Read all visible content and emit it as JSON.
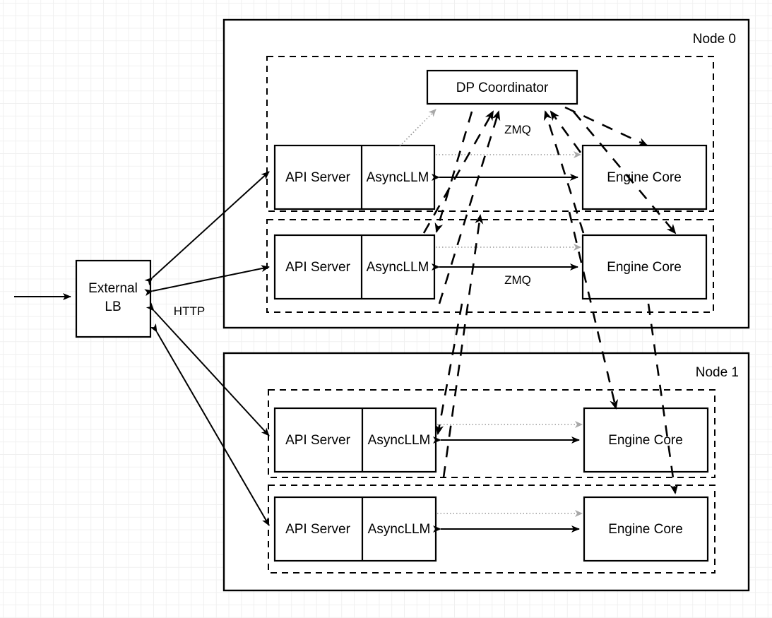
{
  "diagram": {
    "title": "vLLM data-parallel deployment topology",
    "background": "#ffffff",
    "grid_color": "#e2e2e2",
    "accent": "#000000",
    "dotted_edge_color": "#9a9a9a"
  },
  "external": {
    "lb_label_line1": "External",
    "lb_label_line2": "LB",
    "http_label": "HTTP"
  },
  "coordinator": {
    "label": "DP Coordinator",
    "zmq_label_top": "ZMQ",
    "zmq_label_mid": "ZMQ"
  },
  "nodes": [
    {
      "label": "Node 0",
      "groups": [
        {
          "api_server": "API Server",
          "async_llm": "AsyncLLM",
          "engine_core": "Engine Core"
        },
        {
          "api_server": "API Server",
          "async_llm": "AsyncLLM",
          "engine_core": "Engine Core"
        }
      ]
    },
    {
      "label": "Node 1",
      "groups": [
        {
          "api_server": "API Server",
          "async_llm": "AsyncLLM",
          "engine_core": "Engine Core"
        },
        {
          "api_server": "API Server",
          "async_llm": "AsyncLLM",
          "engine_core": "Engine Core"
        }
      ]
    }
  ]
}
